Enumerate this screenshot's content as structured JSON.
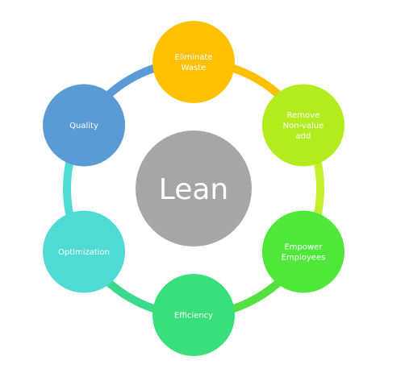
{
  "diagram": {
    "center": {
      "label": "Lean",
      "color": "#a6a6a6"
    },
    "nodes": [
      {
        "lines": [
          "Eliminate",
          "Waste"
        ],
        "color": "#ffc000",
        "arc_color": "#ffc000"
      },
      {
        "lines": [
          "Remove",
          "Non-value",
          "add"
        ],
        "color": "#b2ec1e",
        "arc_color": "#c3ef2e"
      },
      {
        "lines": [
          "Empower",
          "Employees"
        ],
        "color": "#4fe83a",
        "arc_color": "#55e042"
      },
      {
        "lines": [
          "Efficiency"
        ],
        "color": "#38df7a",
        "arc_color": "#3ad98c"
      },
      {
        "lines": [
          "Optimization"
        ],
        "color": "#4fdad3",
        "arc_color": "#4fdad3"
      },
      {
        "lines": [
          "Quality"
        ],
        "color": "#5b9bd5",
        "arc_color": "#5b9bd5"
      }
    ]
  }
}
